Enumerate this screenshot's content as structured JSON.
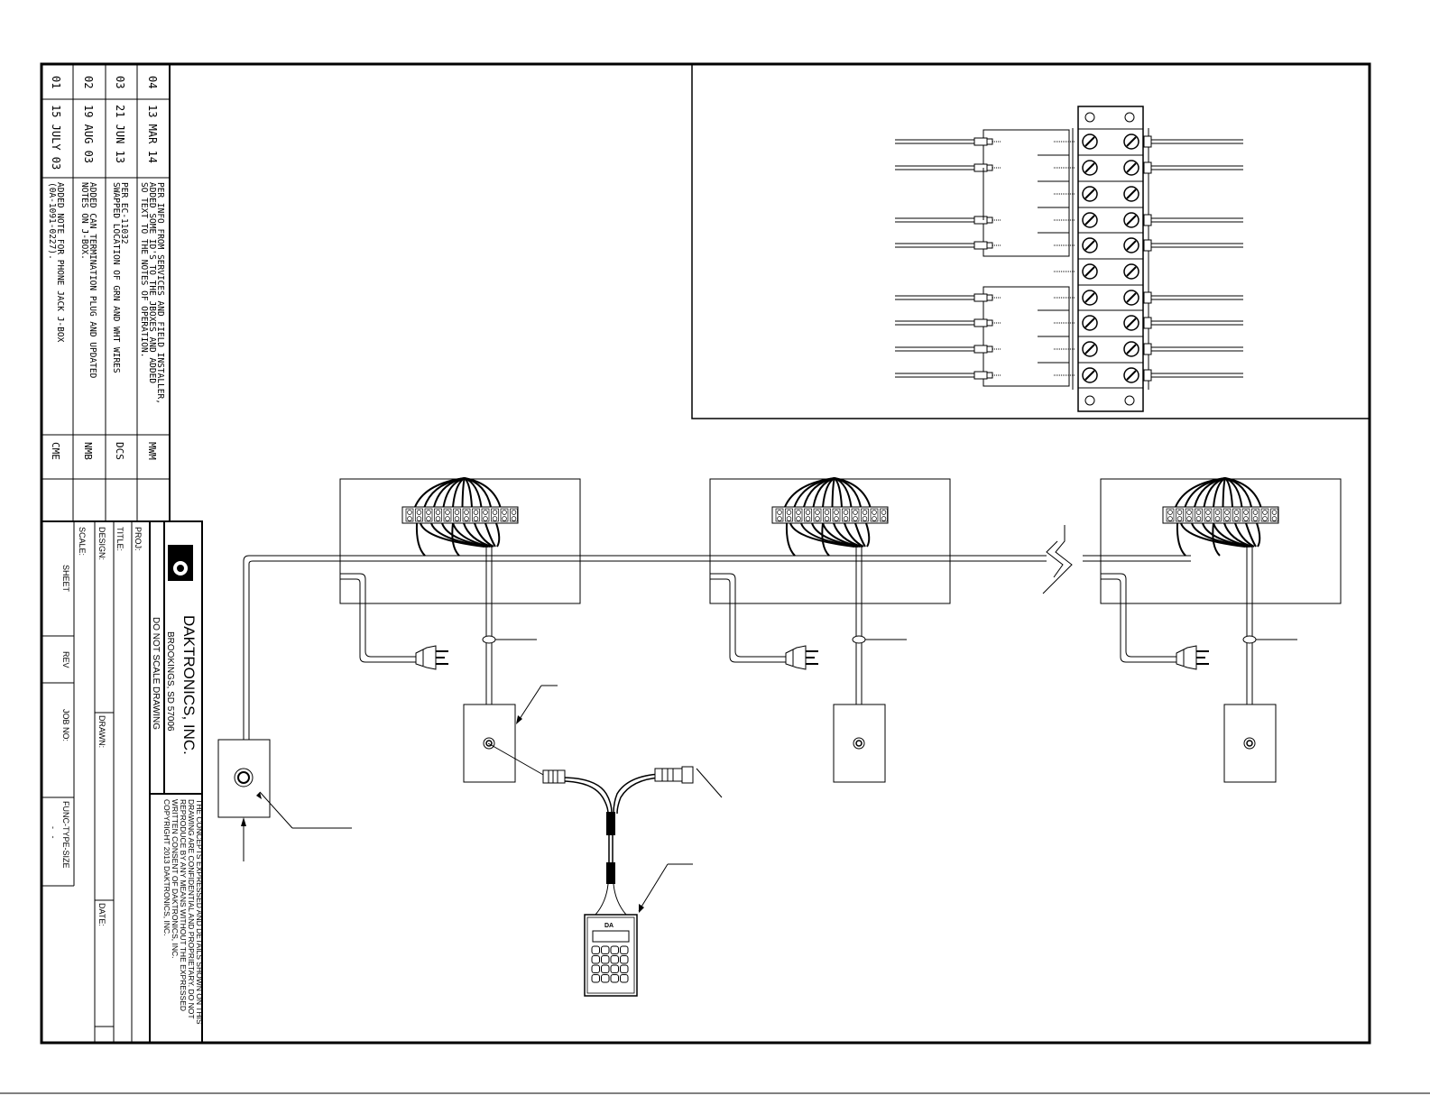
{
  "revisions": [
    {
      "rev": "04",
      "date": "13 MAR 14",
      "lines": [
        "PER INFO FROM SERVICES AND FIELD INSTALLER,",
        "ADDED SOME ID'S TO THE JBOXES AND ADDED",
        "SO TEXT TO THE NOTES OF OPERATION."
      ],
      "by": "MWM"
    },
    {
      "rev": "03",
      "date": "21 JUN 13",
      "lines": [
        "PER EC-11032",
        "SWAPPED LOCATION OF GRN AND WHT WIRES"
      ],
      "by": "DCS"
    },
    {
      "rev": "02",
      "date": "19 AUG 03",
      "lines": [
        "ADDED CAN TERMINATION PLUG AND UPDATED",
        "NOTES ON J-BOX."
      ],
      "by": "NMB"
    },
    {
      "rev": "01",
      "date": "15 JULY 03",
      "lines": [
        "ADDED NOTE FOR PHONE JACK J-BOX",
        "(0A-1091-0227)."
      ],
      "by": "CME"
    }
  ],
  "title_block": {
    "company": "DAKTRONICS, INC.",
    "address": "BROOKINGS, SD  57006",
    "scale_note": "DO NOT SCALE DRAWING",
    "confidential": [
      "THE CONCEPTS EXPRESSED AND DETAILS SHOWN ON THIS",
      "DRAWING ARE CONFIDENTIAL AND PROPRIETARY.  DO NOT",
      "REPRODUCE BY ANY MEANS WITHOUT THE EXPRESSED",
      "WRITTEN CONSENT OF DAKTRONICS, INC.",
      "COPYRIGHT 2013 DAKTRONICS, INC."
    ],
    "labels": {
      "proj": "PROJ:",
      "title": "TITLE:",
      "design": "DESIGN:",
      "drawn": "DRAWN:",
      "date": "DATE:",
      "scale": "SCALE:",
      "sheet": "SHEET",
      "rev": "REV",
      "job_no": "JOB NO:",
      "func_type_size": "FUNC-TYPE-SIZE",
      "func_type_size_value": "-   -"
    }
  },
  "handheld_logo": "DA",
  "colors": {
    "ink": "#000000",
    "paper": "#ffffff"
  }
}
